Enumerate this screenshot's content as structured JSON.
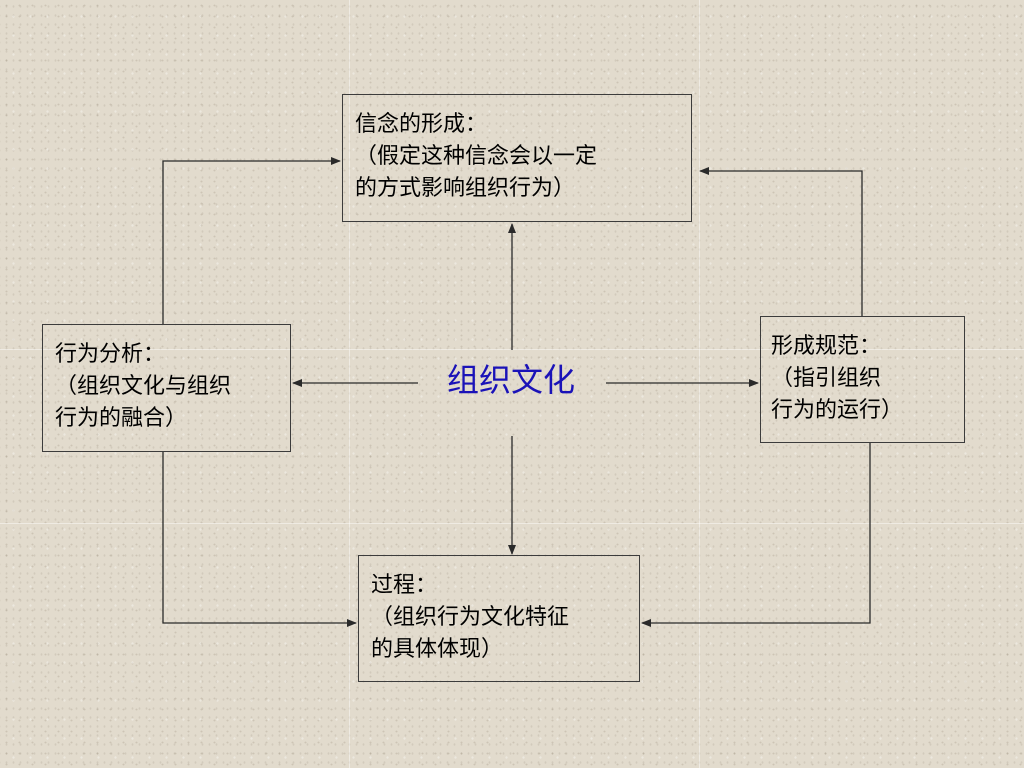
{
  "diagram": {
    "center": "组织文化",
    "boxes": {
      "belief": {
        "title": "信念的形成：",
        "line1": "（假定这种信念会以一定",
        "line2": "的方式影响组织行为）"
      },
      "behavior": {
        "title": "行为分析：",
        "line1": "（组织文化与组织",
        "line2": "行为的融合）"
      },
      "norm": {
        "title": "形成规范：",
        "line1": "（指引组织",
        "line2": "行为的运行）"
      },
      "process": {
        "title": "过程：",
        "line1": "（组织行为文化特征",
        "line2": "的具体体现）"
      }
    },
    "colors": {
      "background": "#e2dbcd",
      "center_text": "#1a12b8",
      "lines": "#2a2a2a"
    }
  }
}
